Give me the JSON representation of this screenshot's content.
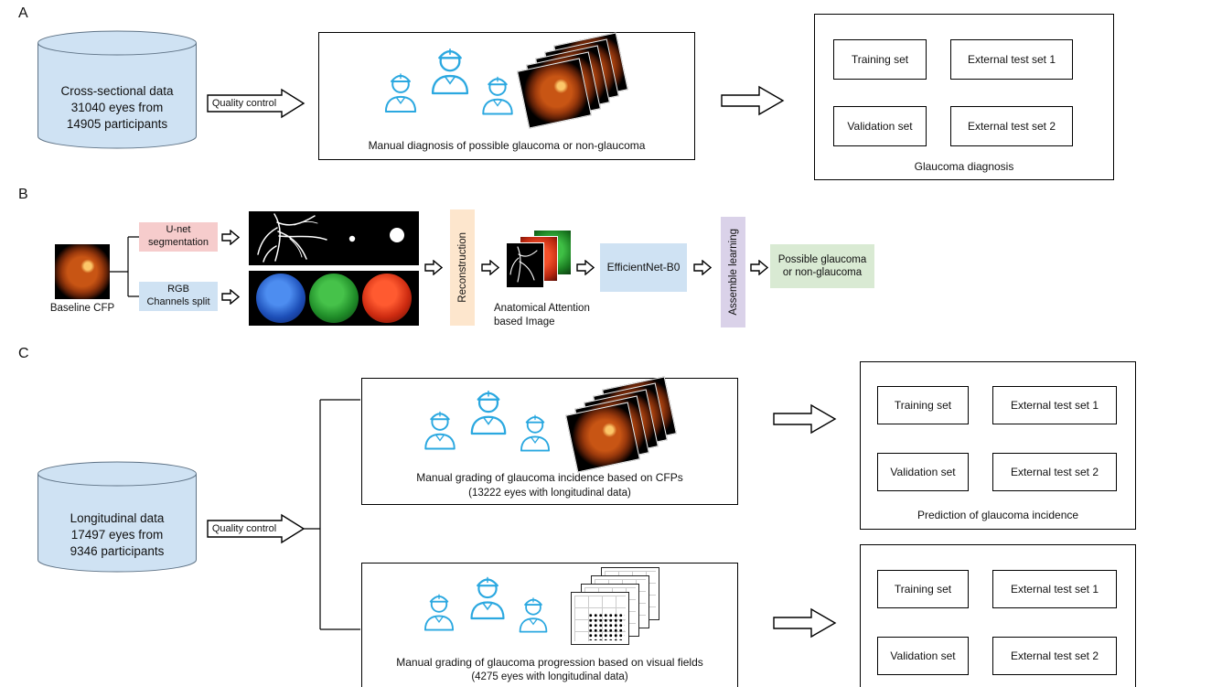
{
  "figure": {
    "panel_a": {
      "label": "A",
      "data_cylinder": "Cross-sectional data\n31040 eyes from\n14905 participants",
      "quality_control": "Quality control",
      "grading_caption": "Manual diagnosis of possible glaucoma or non-glaucoma",
      "result": {
        "training": "Training set",
        "external_test_1": "External test set 1",
        "validation": "Validation set",
        "external_test_2": "External test set 2",
        "caption": "Glaucoma diagnosis"
      }
    },
    "panel_b": {
      "label": "B",
      "baseline_cfp": "Baseline CFP",
      "unet": "U-net\nsegmentation",
      "rgb_split": "RGB\nChannels split",
      "reconstruction": "Reconstruction",
      "anatomical": "Anatomical Attention\nbased Image",
      "efficientnet": "EfficientNet-B0",
      "assemble": "Assemble learning",
      "outcome": "Possible glaucoma\nor non-glaucoma"
    },
    "panel_c": {
      "label": "C",
      "data_cylinder": "Longitudinal data\n17497 eyes from\n9346 participants",
      "quality_control": "Quality control",
      "incidence_caption": "Manual grading of glaucoma incidence based on CFPs",
      "incidence_subcaption": "(13222 eyes with longitudinal data)",
      "progression_caption": "Manual grading of glaucoma progression based on visual fields",
      "progression_subcaption": "(4275 eyes with longitudinal data)",
      "incidence_result": {
        "training": "Training set",
        "external_test_1": "External test set 1",
        "validation": "Validation set",
        "external_test_2": "External test set 2",
        "caption": "Prediction of glaucoma incidence"
      },
      "progression_result": {
        "training": "Training set",
        "external_test_1": "External test set 1",
        "validation": "Validation set",
        "external_test_2": "External test set 2"
      }
    }
  },
  "colors": {
    "cylinder_fill": "#cfe2f3",
    "unet_box": "#f6cccc",
    "blue_box": "#cfe2f3",
    "reconstruction_box": "#fde6cd",
    "assemble_box": "#dad2e9",
    "outcome_box": "#d9ead3",
    "clinician_icon": "#2ba8e0"
  }
}
